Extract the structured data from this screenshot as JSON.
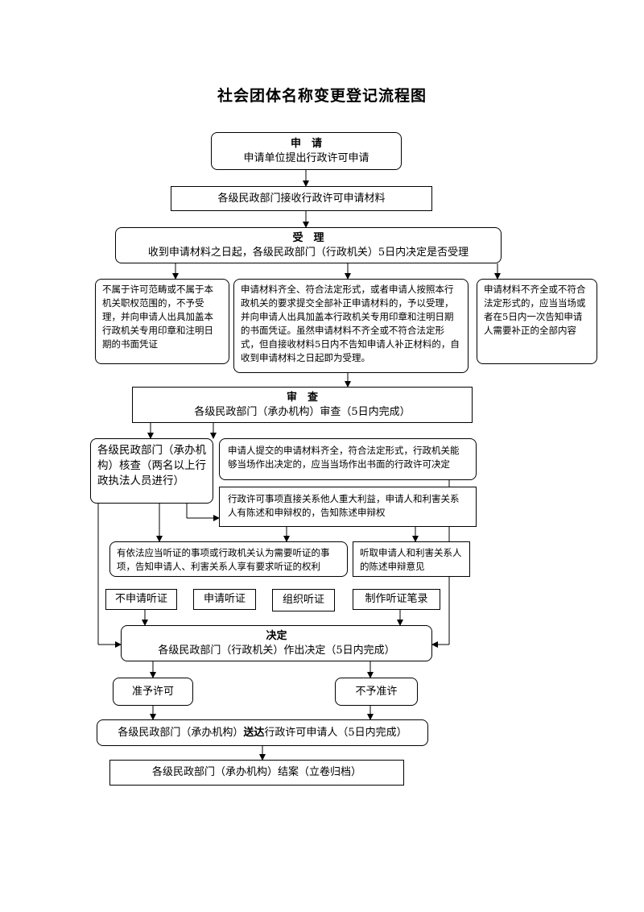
{
  "title": "社会团体名称变更登记流程图",
  "apply": {
    "heading": "申　请",
    "text": "申请单位提出行政许可申请"
  },
  "receive": {
    "text": "各级民政部门接收行政许可申请材料"
  },
  "accept": {
    "heading": "受　理",
    "text": "收到申请材料之日起，各级民政部门（行政机关）5日内决定是否受理"
  },
  "branch_left": {
    "text": "不属于许可范畴或不属于本机关职权范围的，不予受理，并向申请人出具加盖本行政机关专用印章和注明日期的书面凭证"
  },
  "branch_middle": {
    "text": "申请材料齐全、符合法定形式，或者申请人按照本行政机关的要求提交全部补正申请材料的，予以受理，并向申请人出具加盖本行政机关专用印章和注明日期的书面凭证。虽然申请材料不齐全或不符合法定形式，但自接收材料5日内不告知申请人补正材料的，自收到申请材料之日起即为受理。"
  },
  "branch_right": {
    "text": "申请材料不齐全或不符合法定形式的，应当当场或者在5日内一次告知申请人需要补正的全部内容"
  },
  "review": {
    "heading": "审　查",
    "text": "各级民政部门（承办机构）审查（5日内完成）"
  },
  "verify": {
    "text": "各级民政部门（承办机构）核查（两名以上行政执法人员进行）"
  },
  "onsite": {
    "text": "申请人提交的申请材料齐全，符合法定形式，行政机关能够当场作出决定的，应当当场作出书面的行政许可决定"
  },
  "interest": {
    "text": "行政许可事项直接关系他人重大利益，申请人和利害关系人有陈述和申辩权的，告知陈述申辩权"
  },
  "hearing_notice": {
    "text": "有依法应当听证的事项或行政机关认为需要听证的事项，告知申请人、利害关系人享有要求听证的权利"
  },
  "listen": {
    "text": "听取申请人和利害关系人的陈述申辩意见"
  },
  "no_hearing": {
    "text": "不申请听证"
  },
  "request_hearing": {
    "text": "申请听证"
  },
  "organize_hearing": {
    "text": "组织听证"
  },
  "record": {
    "text": "制作听证笔录"
  },
  "decision": {
    "heading": "决定",
    "text": "各级民政部门（行政机关）作出决定（5日内完成）"
  },
  "approve": {
    "text": "准予许可"
  },
  "deny": {
    "text": "不予准许"
  },
  "deliver": {
    "prefix": "各级民政部门（承办机构）",
    "strong": "送达",
    "suffix": "行政许可申请人（5日内完成）"
  },
  "archive": {
    "text": "各级民政部门（承办机构）结案（立卷归档）"
  }
}
